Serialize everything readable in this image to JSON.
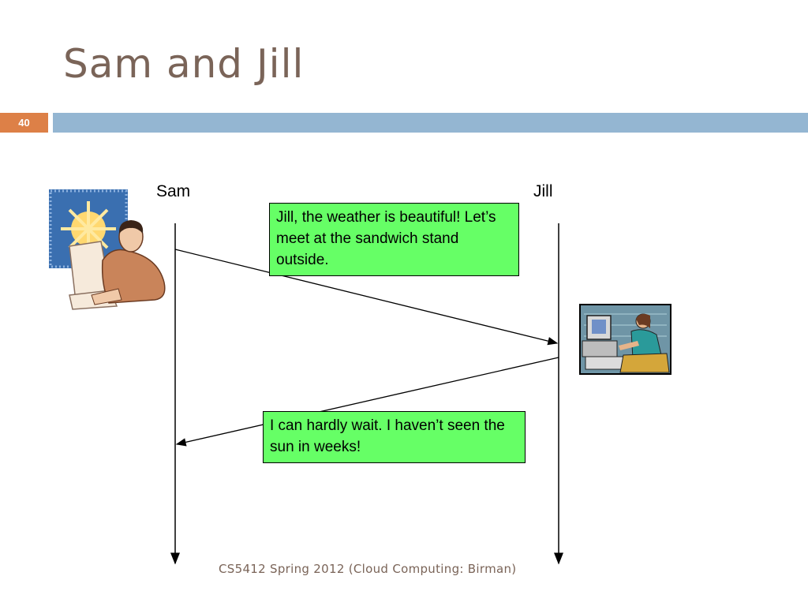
{
  "slide": {
    "title": "Sam and Jill",
    "page_number": "40",
    "footer": "CS5412 Spring 2012 (Cloud Computing: Birman)"
  },
  "diagram": {
    "actors": [
      {
        "name": "Sam",
        "icon": "businessman-at-computer-icon"
      },
      {
        "name": "Jill",
        "icon": "woman-at-computer-icon"
      }
    ],
    "messages": [
      {
        "from": "Sam",
        "to": "Jill",
        "text": "Jill, the weather is beautiful! Let’s meet at the sandwich stand outside."
      },
      {
        "from": "Jill",
        "to": "Sam",
        "text": "I can hardly wait.  I haven’t seen the sun in weeks!"
      }
    ]
  },
  "colors": {
    "title": "#7a6458",
    "page_badge": "#dd8047",
    "banner": "#94b6d2",
    "message_box": "#66ff66"
  }
}
